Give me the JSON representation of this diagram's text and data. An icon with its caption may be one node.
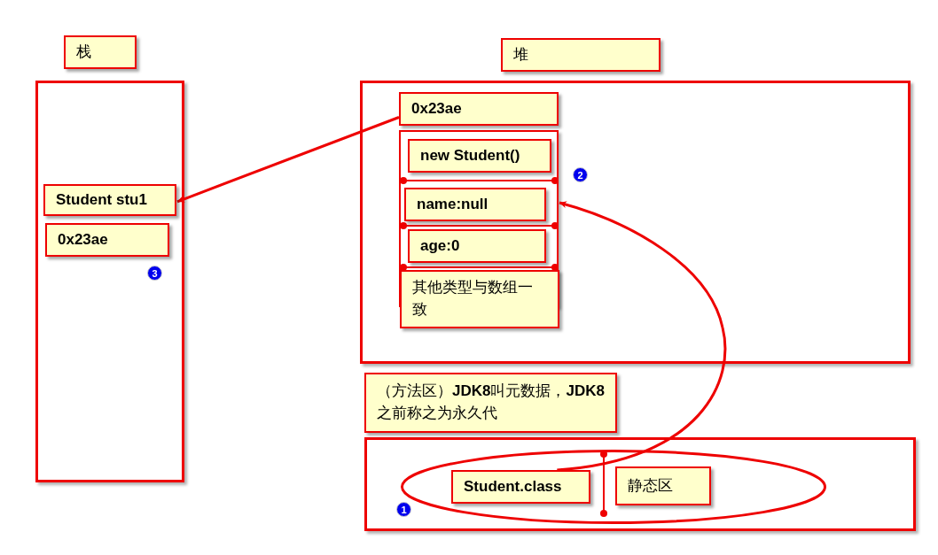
{
  "diagram": {
    "nodes": [
      {
        "text": [
          "栈"
        ]
      },
      {
        "text": [],
        "shape": "box"
      },
      {
        "text": [
          "Student stu1"
        ],
        "in": 1
      },
      {
        "text": [
          "0x23ae"
        ],
        "in": 1
      },
      {
        "text": [
          "堆"
        ]
      },
      {
        "text": [],
        "shape": "box"
      },
      {
        "text": [
          "0x23ae"
        ],
        "in": 5
      },
      {
        "text": [],
        "shape": "box",
        "in": 5
      },
      {
        "text": [
          "new Student()"
        ],
        "in": 7
      },
      {
        "text": [
          "name:null"
        ],
        "in": 7
      },
      {
        "text": [
          "age:0"
        ],
        "in": 7
      },
      {
        "text": [
          "其他类型与数组一致"
        ],
        "in": 5
      },
      {
        "text": [
          "（方法区）**JDK8**叫元数据，**JDK8**之前称之为永久代"
        ]
      },
      {
        "text": [],
        "shape": "box"
      },
      {
        "text": [],
        "shape": "ellipse",
        "in": 13
      },
      {
        "text": [
          "Student.class"
        ],
        "in": 14
      },
      {
        "text": [
          "静态区"
        ],
        "in": 14
      }
    ],
    "edges": [
      {
        "from": 6,
        "to": 2,
        "arrow": "to"
      },
      {
        "from": 15,
        "to": 7,
        "arrow": "to"
      }
    ],
    "labels": [
      "2",
      "3",
      "1"
    ]
  }
}
